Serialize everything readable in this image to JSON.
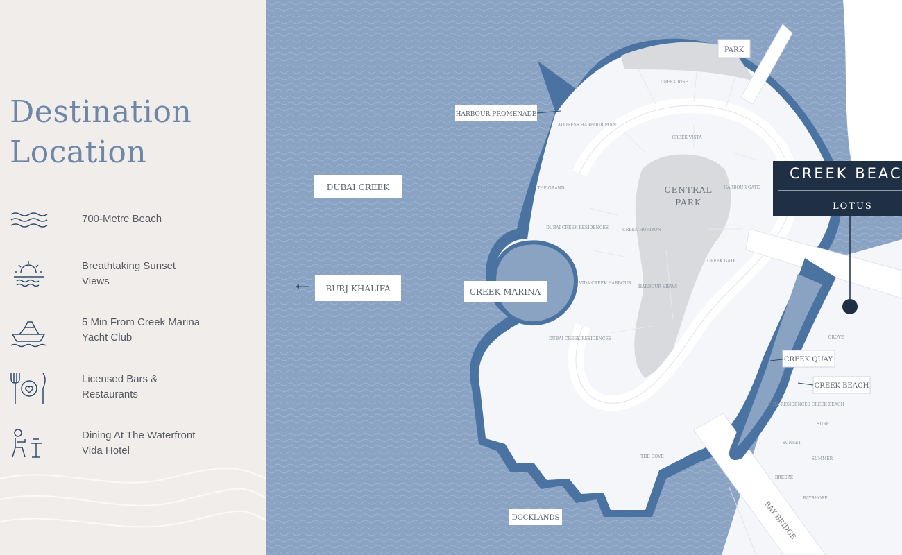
{
  "panel": {
    "title_line1": "Destination",
    "title_line2": "Location",
    "features": [
      {
        "icon": "waves-icon",
        "label": "700-Metre Beach"
      },
      {
        "icon": "sunset-icon",
        "label": "Breathtaking Sunset\nViews"
      },
      {
        "icon": "yacht-icon",
        "label": "5 Min From Creek Marina\nYacht Club"
      },
      {
        "icon": "dining-icon",
        "label": "Licensed Bars &\nRestaurants"
      },
      {
        "icon": "waiter-icon",
        "label": "Dining At The Waterfront\nVida Hotel"
      }
    ]
  },
  "map": {
    "colors": {
      "water": "#8aa3c3",
      "shore": "#4b73a1",
      "land": "#f4f6f9",
      "park": "#d8dadd",
      "navy": "#1f2f44"
    },
    "labels": {
      "park": "PARK",
      "harbour_promenade": "HARBOUR PROMENADE",
      "dubai_creek": "DUBAI CREEK",
      "burj_khalifa": "BURJ KHALIFA",
      "creek_marina": "CREEK MARINA",
      "central_park_line1": "CENTRAL",
      "central_park_line2": "PARK",
      "creek_quay": "CREEK QUAY",
      "creek_beach": "CREEK BEACH",
      "docklands": "DOCKLANDS",
      "bay_bridge": "BAY BRIDGE"
    },
    "small_labels": {
      "creek_rise": "CREEK RISE",
      "address_harbour_point": "ADDRESS HARBOUR POINT",
      "creek_vista": "CREEK VISTA",
      "harbour_gate": "HARBOUR GATE",
      "the_grand": "THE GRAND",
      "dubai_creek_residences": "DUBAI CREEK RESIDENCES",
      "creek_gate": "CREEK GATE",
      "vida_creek_harbour": "VIDA CREEK HARBOUR",
      "harbour_views": "HARBOUR VIEWS",
      "creek_horizon": "CREEK HORIZON",
      "dubai_creek_residences_2": "DUBAI CREEK RESIDENCES",
      "grove": "GROVE",
      "vida_residences_creek_beach": "VIDA RESIDENCES CREEK BEACH",
      "surf": "SURF",
      "sunset": "SUNSET",
      "summer": "SUMMER",
      "breeze": "BREEZE",
      "bayshore": "BAYSHORE",
      "the_cove": "THE COVE"
    }
  },
  "brand": {
    "name": "CREEK BEACH",
    "sub": "LOTUS"
  }
}
